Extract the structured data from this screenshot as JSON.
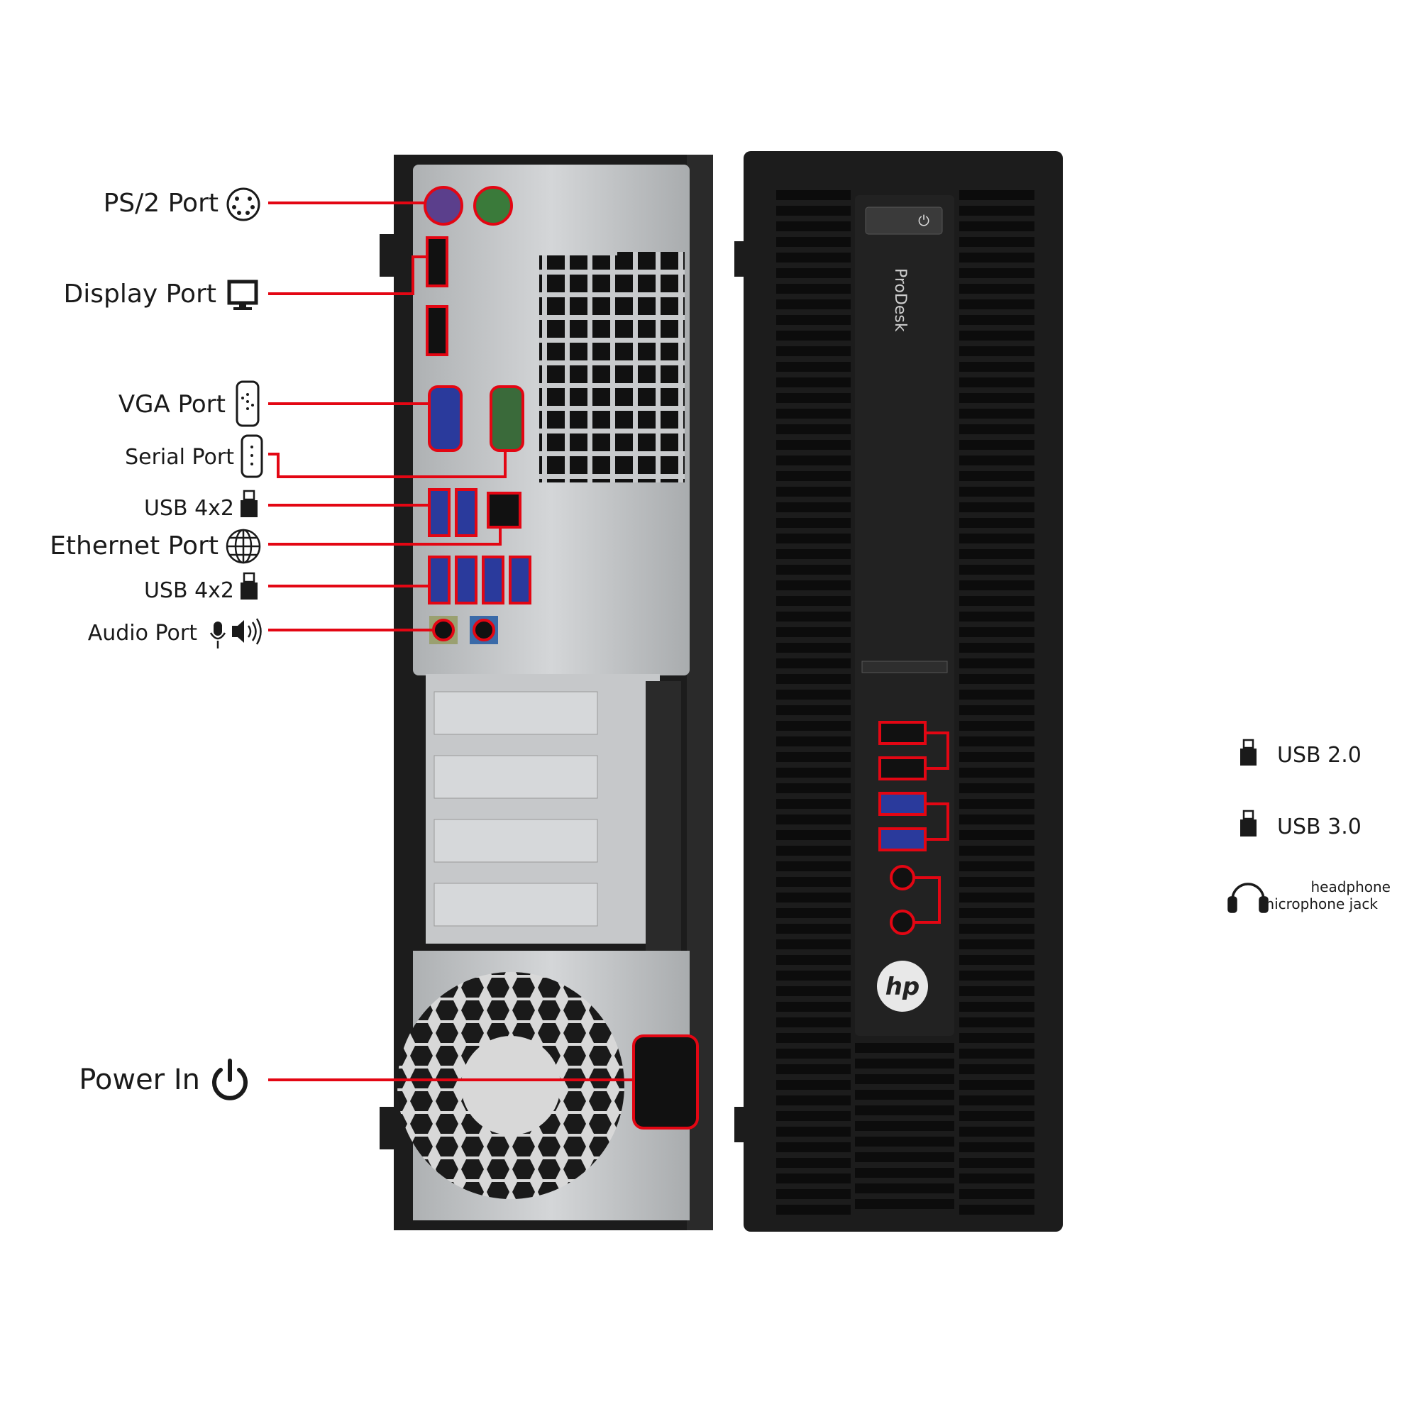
{
  "colors": {
    "callout_line": "#e30613",
    "label_text": "#1a1a1a",
    "chassis_dark": "#1c1c1c",
    "panel_silver": "#bfc2c4",
    "port_blue": "#2a3a9c",
    "port_green": "#3a7a3a",
    "port_purple": "#5b3f8c"
  },
  "left_labels": [
    {
      "key": "ps2",
      "text": "PS/2 Port",
      "icon": "ps2-connector-icon"
    },
    {
      "key": "display",
      "text": "Display Port",
      "icon": "monitor-icon"
    },
    {
      "key": "vga",
      "text": "VGA Port",
      "icon": "vga-connector-icon"
    },
    {
      "key": "serial",
      "text": "Serial Port",
      "icon": "serial-connector-icon"
    },
    {
      "key": "usb_top",
      "text": "USB 4x2",
      "icon": "usb-plug-icon"
    },
    {
      "key": "ethernet",
      "text": "Ethernet Port",
      "icon": "globe-icon"
    },
    {
      "key": "usb_bottom",
      "text": "USB 4x2",
      "icon": "usb-plug-icon"
    },
    {
      "key": "audio",
      "text": "Audio Port",
      "icon": "microphone-speaker-icon"
    },
    {
      "key": "power",
      "text": "Power In",
      "icon": "power-icon"
    }
  ],
  "right_labels": [
    {
      "key": "usb2",
      "text": "USB 2.0",
      "icon": "usb-plug-icon"
    },
    {
      "key": "usb3",
      "text": "USB 3.0",
      "icon": "usb-plug-icon"
    },
    {
      "key": "jack",
      "text_line1": "headphone",
      "text_line2": "microphone jack",
      "icon": "headset-icon"
    }
  ],
  "front_panel": {
    "brand_text": "ProDesk",
    "logo_text": "hp"
  }
}
